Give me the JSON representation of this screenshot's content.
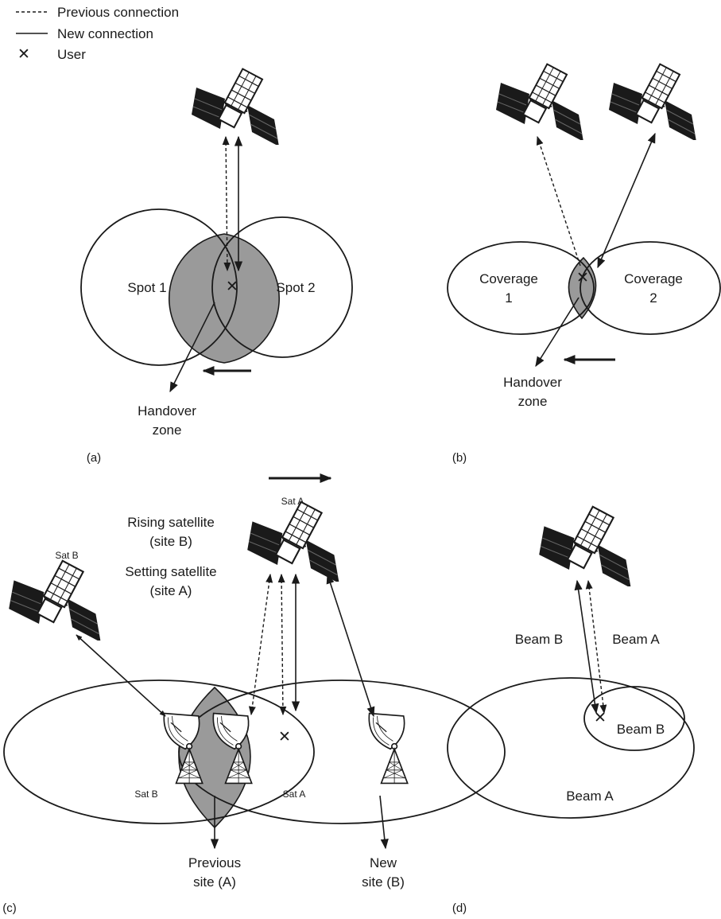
{
  "legend": {
    "previous": "Previous connection",
    "new": "New connection",
    "user": "User"
  },
  "panel_a": {
    "label": "(a)",
    "spot1": "Spot 1",
    "spot2": "Spot 2",
    "handover_line1": "Handover",
    "handover_line2": "zone"
  },
  "panel_b": {
    "label": "(b)",
    "coverage1_line1": "Coverage",
    "coverage1_line2": "1",
    "coverage2_line1": "Coverage",
    "coverage2_line2": "2",
    "handover_line1": "Handover",
    "handover_line2": "zone"
  },
  "panel_c": {
    "label": "(c)",
    "sat_a": "Sat A",
    "sat_b": "Sat B",
    "rising_line1": "Rising satellite",
    "rising_line2": "(site B)",
    "setting_line1": "Setting satellite",
    "setting_line2": "(site A)",
    "ellipse_sat_b": "Sat B",
    "ellipse_sat_a": "Sat A",
    "previous_line1": "Previous",
    "previous_line2": "site (A)",
    "new_line1": "New",
    "new_line2": "site (B)"
  },
  "panel_d": {
    "label": "(d)",
    "beam_b_link": "Beam B",
    "beam_a_link": "Beam A",
    "beam_b_area": "Beam B",
    "beam_a_area": "Beam A"
  }
}
